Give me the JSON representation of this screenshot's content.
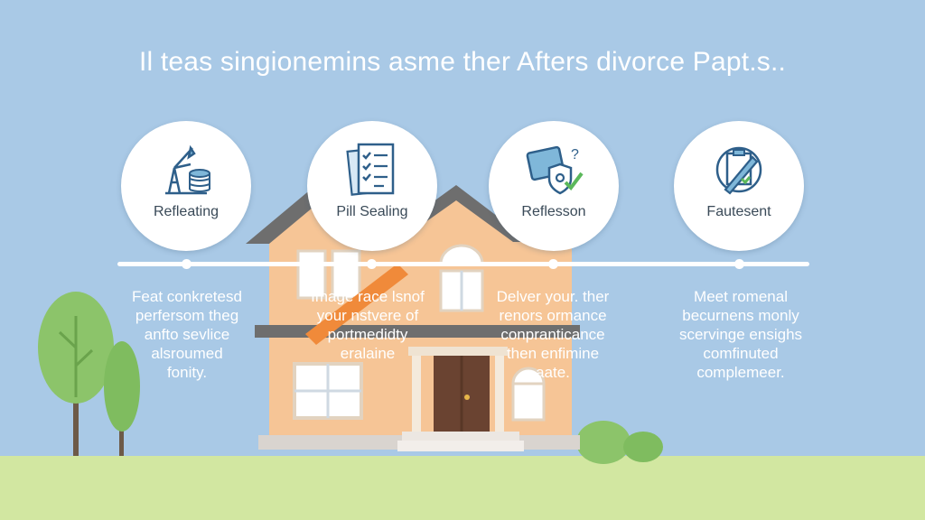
{
  "title": "Il teas singionemins asme ther Afters divorce Papt.s..",
  "colors": {
    "sky": "#a9c9e6",
    "ground": "#d2e7a1",
    "house_wall": "#f6c596",
    "roof": "#6e6e6e",
    "door": "#6a4331",
    "accent": "#f08a3a",
    "icon_blue": "#2e5f8a",
    "icon_green": "#5bb85b"
  },
  "steps": [
    {
      "label": "Refleating",
      "icon": "crane-coins-icon",
      "description": [
        "Feat conkretesd",
        "perfersom theg",
        "anfto sevlice",
        "alsroumed",
        "fonity."
      ]
    },
    {
      "label": "Pill Sealing",
      "icon": "checklist-document-icon",
      "description": [
        "Image race lsnof",
        "your nstvere of",
        "portmedidty",
        "eralaine"
      ]
    },
    {
      "label": "Reflesson",
      "icon": "id-card-shield-check-icon",
      "description": [
        "Delver your. ther",
        "renors ormance",
        "conpranticance",
        "then enfimine",
        "aate."
      ]
    },
    {
      "label": "Fautesent",
      "icon": "clipboard-pen-icon",
      "description": [
        "Meet romenal",
        "becurnens monly",
        "scervinge ensighs",
        "comfinuted",
        "complemeer."
      ]
    }
  ]
}
